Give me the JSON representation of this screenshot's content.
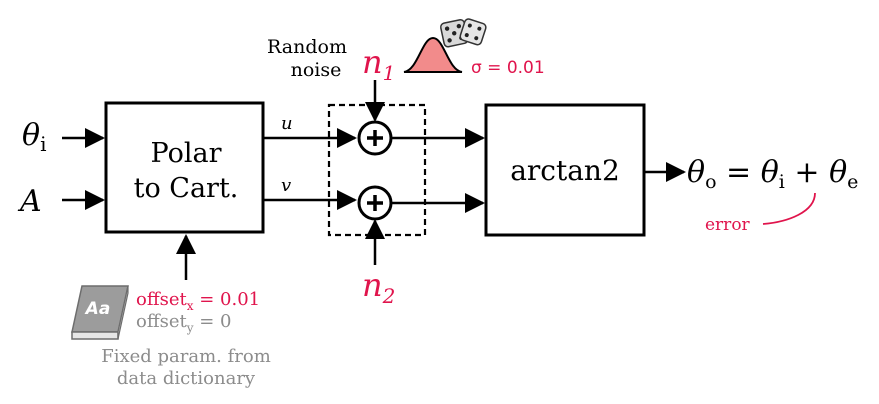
{
  "inputs": {
    "theta_base": "θ",
    "theta_sub": "i",
    "amplitude": "A"
  },
  "blocks": {
    "polar_line1": "Polar",
    "polar_line2": "to Cart.",
    "arctan": "arctan2"
  },
  "signals": {
    "u": "u",
    "v": "v"
  },
  "noise": {
    "label_line1": "Random",
    "label_line2": "noise",
    "n1_base": "n",
    "n1_sub": "1",
    "n2_base": "n",
    "n2_sub": "2",
    "sigma": "σ = 0.01"
  },
  "output": {
    "theta_o_base": "θ",
    "theta_o_sub": "o",
    "equals": " = ",
    "theta_i_base": "θ",
    "theta_i_sub": "i",
    "plus": " + ",
    "theta_e_base": "θ",
    "theta_e_sub": "e",
    "error_label": "error"
  },
  "params": {
    "book_label": "Aa",
    "offset_x_base": "offset",
    "offset_x_sub": "x",
    "offset_x_value": " = 0.01",
    "offset_y_base": "offset",
    "offset_y_sub": "y",
    "offset_y_value": " = 0",
    "caption_line1": "Fixed param. from",
    "caption_line2": "data dictionary"
  },
  "colors": {
    "accent": "#e0144c",
    "gray": "#8c8c8c",
    "black": "#000000",
    "bell_fill": "#f28b8b"
  }
}
